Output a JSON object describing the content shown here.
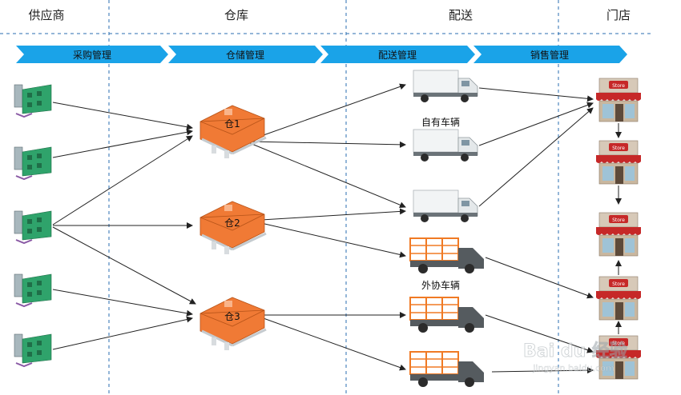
{
  "columns": [
    "供应商",
    "仓库",
    "配送",
    "门店"
  ],
  "stages": [
    "采购管理",
    "仓储管理",
    "配送管理",
    "销售管理"
  ],
  "warehouses": [
    "仓1",
    "仓2",
    "仓3"
  ],
  "vehicle_groups": {
    "own": "自有车辆",
    "outsourced": "外协车辆"
  },
  "store_sign": "Store",
  "watermark": "Bai du 经验",
  "watermark_url": "jingyan.baidu.com",
  "colors": {
    "stage_arrow": "#1aa3e8",
    "divider": "#2a6db0",
    "arrow": "#222222",
    "warehouse": "#f07a35",
    "supplier_building": "#2fa36b",
    "truck_box_orange": "#f07a24",
    "store_awning": "#c62828"
  }
}
